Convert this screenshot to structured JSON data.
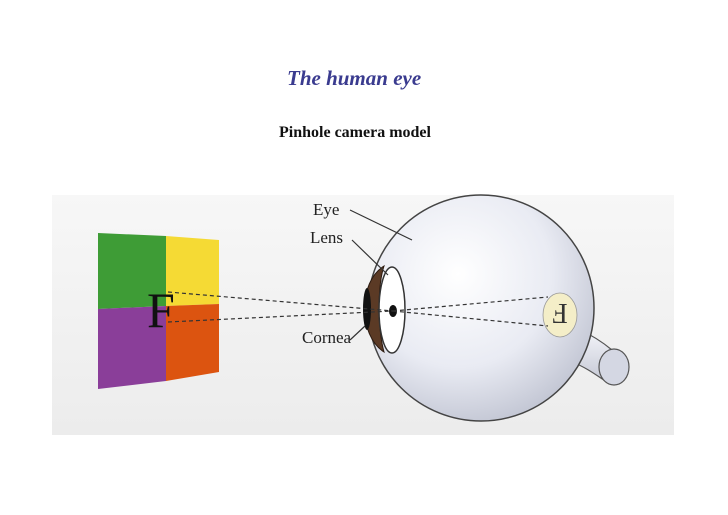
{
  "header": {
    "title": "The human eye",
    "subtitle": "Pinhole camera model"
  },
  "diagram": {
    "object_letter": "F",
    "image_letter": "F",
    "labels": {
      "eye": "Eye",
      "lens": "Lens",
      "cornea": "Cornea"
    },
    "colors": {
      "quadrant_top_left": "#3e9c36",
      "quadrant_top_right": "#f5da34",
      "quadrant_bottom_left": "#8a3e99",
      "quadrant_bottom_right": "#dc5410",
      "eyeball": "#e6e8f0",
      "cornea": "#5b3a25",
      "retina_image": "#f4eec8",
      "background_panel": "#f0f0f0"
    }
  }
}
